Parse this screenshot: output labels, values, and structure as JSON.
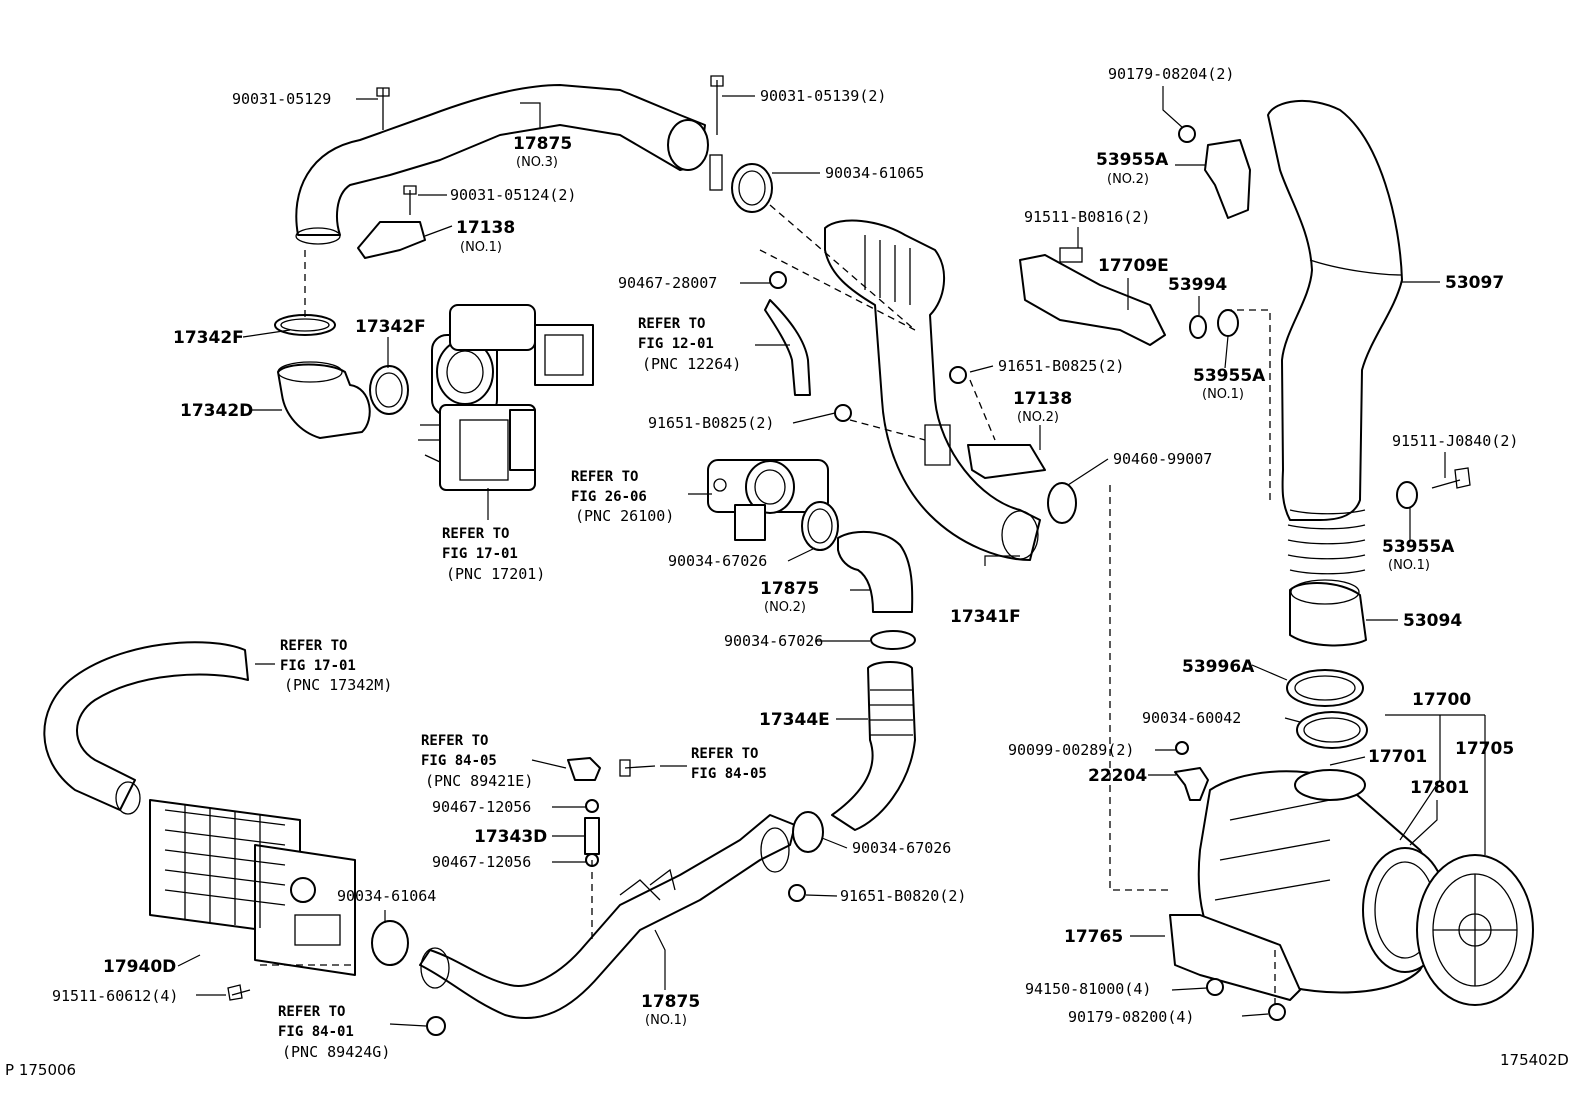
{
  "figure_code_left": "P 175006",
  "figure_code_right": "175402D",
  "callouts": [
    {
      "id": "c1",
      "part": "90031-05129"
    },
    {
      "id": "c2",
      "part": "17875",
      "note": "(NO.3)"
    },
    {
      "id": "c3",
      "part": "90031-05139(2)"
    },
    {
      "id": "c4",
      "part": "90034-61065"
    },
    {
      "id": "c5",
      "part": "90031-05124(2)"
    },
    {
      "id": "c6",
      "part": "17138",
      "note": "(NO.1)"
    },
    {
      "id": "c7",
      "part": "17342F"
    },
    {
      "id": "c8",
      "part": "17342F"
    },
    {
      "id": "c9",
      "part": "17342D"
    },
    {
      "id": "c10",
      "part": "90467-28007"
    },
    {
      "id": "c11",
      "ref": [
        "REFER TO",
        "FIG 12-01",
        "(PNC 12264)"
      ]
    },
    {
      "id": "c12",
      "part": "91651-B0825(2)"
    },
    {
      "id": "c13",
      "ref": [
        "REFER TO",
        "FIG 26-06",
        "(PNC 26100)"
      ]
    },
    {
      "id": "c14",
      "ref": [
        "REFER TO",
        "FIG 17-01",
        "(PNC 17201)"
      ]
    },
    {
      "id": "c15",
      "part": "90034-67026"
    },
    {
      "id": "c16",
      "part": "17875",
      "note": "(NO.2)"
    },
    {
      "id": "c17",
      "part": "90034-67026"
    },
    {
      "id": "c18",
      "part": "17344E"
    },
    {
      "id": "c19",
      "part": "90179-08204(2)"
    },
    {
      "id": "c20",
      "part": "53955A",
      "note": "(NO.2)"
    },
    {
      "id": "c21",
      "part": "91511-B0816(2)"
    },
    {
      "id": "c22",
      "part": "17709E"
    },
    {
      "id": "c23",
      "part": "53994"
    },
    {
      "id": "c24",
      "part": "53097"
    },
    {
      "id": "c25",
      "part": "91651-B0825(2)"
    },
    {
      "id": "c26",
      "part": "53955A",
      "note": "(NO.1)"
    },
    {
      "id": "c27",
      "part": "17138",
      "note": "(NO.2)"
    },
    {
      "id": "c28",
      "part": "90460-99007"
    },
    {
      "id": "c29",
      "part": "17341F"
    },
    {
      "id": "c30",
      "part": "91511-J0840(2)"
    },
    {
      "id": "c31",
      "part": "53955A",
      "note": "(NO.1)"
    },
    {
      "id": "c32",
      "part": "53094"
    },
    {
      "id": "c33",
      "part": "53996A"
    },
    {
      "id": "c34",
      "part": "17700"
    },
    {
      "id": "c35",
      "part": "90034-60042"
    },
    {
      "id": "c36",
      "part": "90099-00289(2)"
    },
    {
      "id": "c37",
      "part": "17701"
    },
    {
      "id": "c38",
      "part": "17705"
    },
    {
      "id": "c39",
      "part": "22204"
    },
    {
      "id": "c40",
      "part": "17801"
    },
    {
      "id": "c41",
      "ref": [
        "REFER TO",
        "FIG 17-01",
        "(PNC 17342M)"
      ]
    },
    {
      "id": "c42",
      "ref": [
        "REFER TO",
        "FIG 84-05",
        "(PNC 89421E)"
      ]
    },
    {
      "id": "c43",
      "ref": [
        "REFER TO",
        "FIG 84-05"
      ]
    },
    {
      "id": "c44",
      "part": "90467-12056"
    },
    {
      "id": "c45",
      "part": "17343D"
    },
    {
      "id": "c46",
      "part": "90467-12056"
    },
    {
      "id": "c47",
      "part": "90034-67026"
    },
    {
      "id": "c48",
      "part": "91651-B0820(2)"
    },
    {
      "id": "c49",
      "part": "90034-61064"
    },
    {
      "id": "c50",
      "part": "17940D"
    },
    {
      "id": "c51",
      "part": "91511-60612(4)"
    },
    {
      "id": "c52",
      "ref": [
        "REFER TO",
        "FIG 84-01",
        "(PNC 89424G)"
      ]
    },
    {
      "id": "c53",
      "part": "17875",
      "note": "(NO.1)"
    },
    {
      "id": "c54",
      "part": "17765"
    },
    {
      "id": "c55",
      "part": "94150-81000(4)"
    },
    {
      "id": "c56",
      "part": "90179-08200(4)"
    }
  ]
}
